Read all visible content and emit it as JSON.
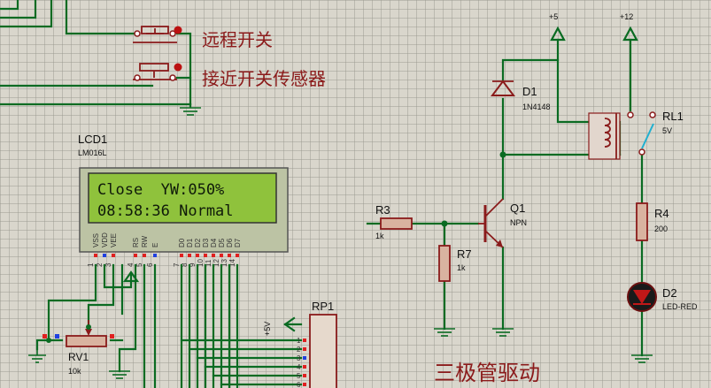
{
  "labels": {
    "remote_switch": "远程开关",
    "proximity_sensor": "接近开关传感器",
    "transistor_drive": "三极管驱动"
  },
  "lcd": {
    "ref": "LCD1",
    "part": "LM016L",
    "line1": "Close  YW:050%",
    "line2": "08:58:36 Normal",
    "pin_names": [
      "VSS",
      "VDD",
      "VEE",
      "RS",
      "RW",
      "E",
      "D0",
      "D1",
      "D2",
      "D3",
      "D4",
      "D5",
      "D6",
      "D7"
    ],
    "pin_numbers": [
      "1",
      "2",
      "3",
      "4",
      "5",
      "6",
      "7",
      "8",
      "9",
      "10",
      "11",
      "12",
      "13",
      "14"
    ]
  },
  "components": {
    "d1": {
      "ref": "D1",
      "value": "1N4148"
    },
    "q1": {
      "ref": "Q1",
      "value": "NPN"
    },
    "r3": {
      "ref": "R3",
      "value": "1k"
    },
    "r7": {
      "ref": "R7",
      "value": "1k"
    },
    "r4": {
      "ref": "R4",
      "value": "200"
    },
    "rl1": {
      "ref": "RL1",
      "value": "5V"
    },
    "d2": {
      "ref": "D2",
      "value": "LED-RED"
    },
    "rv1": {
      "ref": "RV1",
      "value": "10k"
    },
    "rp1": {
      "ref": "RP1",
      "pins": [
        "1",
        "2",
        "3",
        "4",
        "5",
        "6"
      ]
    }
  },
  "power": {
    "v5": "+5",
    "v12": "+12",
    "v5_rp": "+5V"
  },
  "colors": {
    "wire": "#0a6b22",
    "component": "#8a1b1b",
    "lcd_bg": "#8fc23c",
    "pin_red": "#e02020",
    "pin_blue": "#2040e0"
  }
}
